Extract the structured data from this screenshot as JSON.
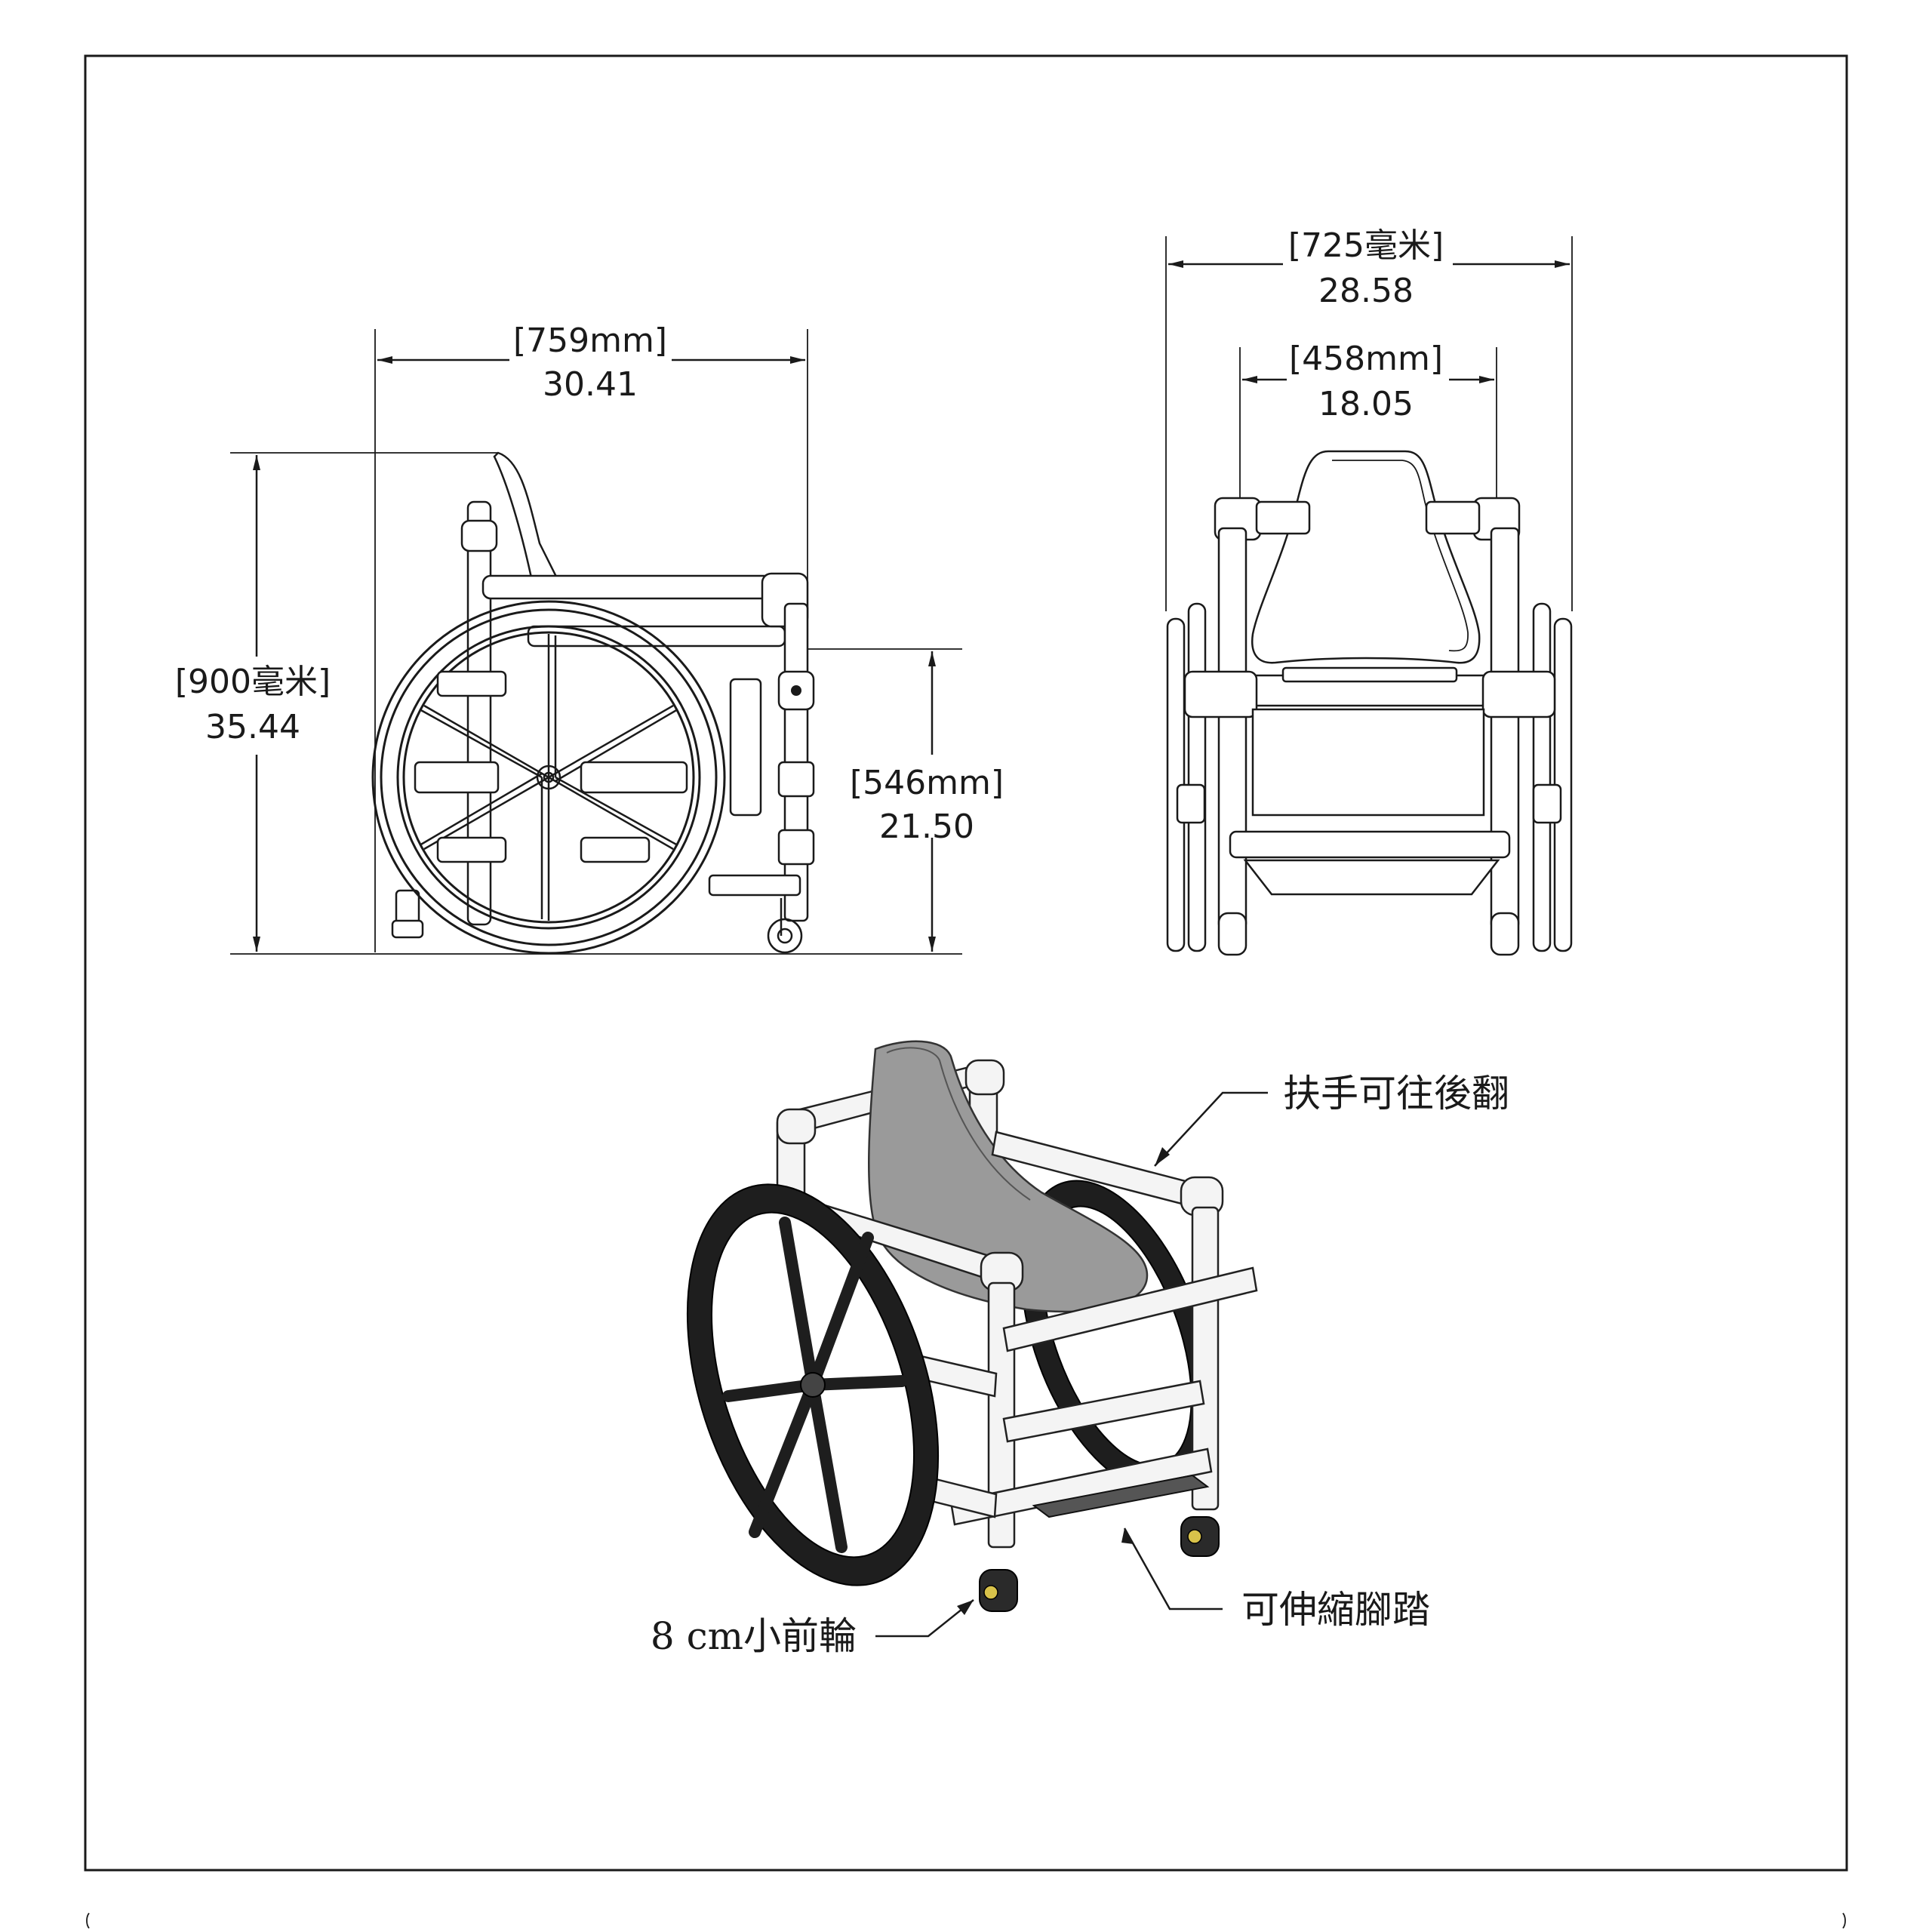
{
  "dimensions": {
    "side_length_mm": "[759mm]",
    "side_length_in": "30.41",
    "side_height_metric": "[900毫米]",
    "side_height_in": "35.44",
    "seat_height_mm": "[546mm]",
    "seat_height_in": "21.50",
    "front_width_metric": "[725毫米]",
    "front_width_in": "28.58",
    "seat_width_mm": "[458mm]",
    "seat_width_in": "18.05"
  },
  "callouts": {
    "armrest": "扶手可往後翻",
    "footrest": "可伸縮腳踏",
    "caster": "8 cm小前輪"
  },
  "colors": {
    "line": "#1a1a1a",
    "seat_shade": "#9a9a9a",
    "wheel_3d": "#1e1e1e",
    "caster_hub": "#d8c24a"
  }
}
